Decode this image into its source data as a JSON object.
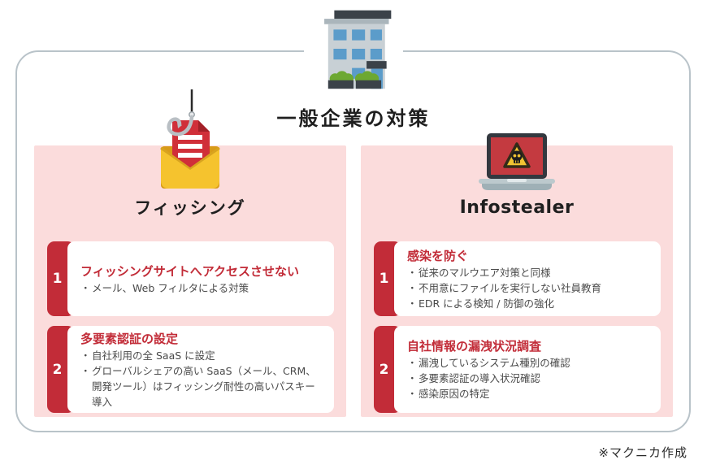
{
  "header": {
    "title": "一般企業の対策"
  },
  "ui": {
    "bullet_char": "・"
  },
  "icons": {
    "building": "office-building-icon",
    "phishing": "phishing-hook-envelope-icon",
    "infostealer": "malware-laptop-icon"
  },
  "colors": {
    "accent_red": "#c22c38",
    "panel_pink": "#fbdcdc",
    "outer_border": "#b9c3c9",
    "card_bg": "#ffffff",
    "body_text": "#4a4a4a",
    "title_text": "#1f1f1f",
    "envelope_yellow": "#f5c32e",
    "screen_red": "#c43a40",
    "warning_yellow": "#f1c232"
  },
  "panels": [
    {
      "id": "phishing",
      "title": "フィッシング",
      "items": [
        {
          "number": "1",
          "title": "フィッシングサイトへアクセスさせない",
          "bullets": [
            "メール、Web フィルタによる対策"
          ]
        },
        {
          "number": "2",
          "title": "多要素認証の設定",
          "bullets": [
            "自社利用の全 SaaS に設定",
            "グローバルシェアの高い SaaS（メール、CRM、開発ツール）はフィッシング耐性の高いパスキー導入"
          ]
        }
      ]
    },
    {
      "id": "infostealer",
      "title": "Infostealer",
      "items": [
        {
          "number": "1",
          "title": "感染を防ぐ",
          "bullets": [
            "従来のマルウエア対策と同様",
            "不用意にファイルを実行しない社員教育",
            "EDR による検知 / 防御の強化"
          ]
        },
        {
          "number": "2",
          "title": "自社情報の漏洩状況調査",
          "bullets": [
            "漏洩しているシステム種別の確認",
            "多要素認証の導入状況確認",
            "感染原因の特定"
          ]
        }
      ]
    }
  ],
  "footer": {
    "credit": "※マクニカ作成"
  }
}
